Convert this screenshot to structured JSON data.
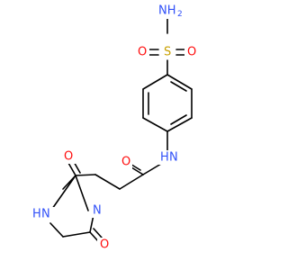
{
  "molecule": {
    "colors": {
      "O": "#ff0d0d",
      "N": "#3050f8",
      "S": "#c8a000",
      "bond": "#000000"
    },
    "atom_labels": {
      "sulfonamide_n": {
        "main": "NH",
        "sub": "2"
      },
      "sulfonyl_s": "S",
      "sulfonyl_o_left": "O",
      "sulfonyl_o_right": "O",
      "amide_nh": "H",
      "amide_nh_n": "N",
      "amide_o": "O",
      "ring_n": "N",
      "ring_nh_h": "H",
      "ring_nh_n": "N",
      "ring_o_top": "O",
      "ring_o_bottom": "O"
    }
  }
}
